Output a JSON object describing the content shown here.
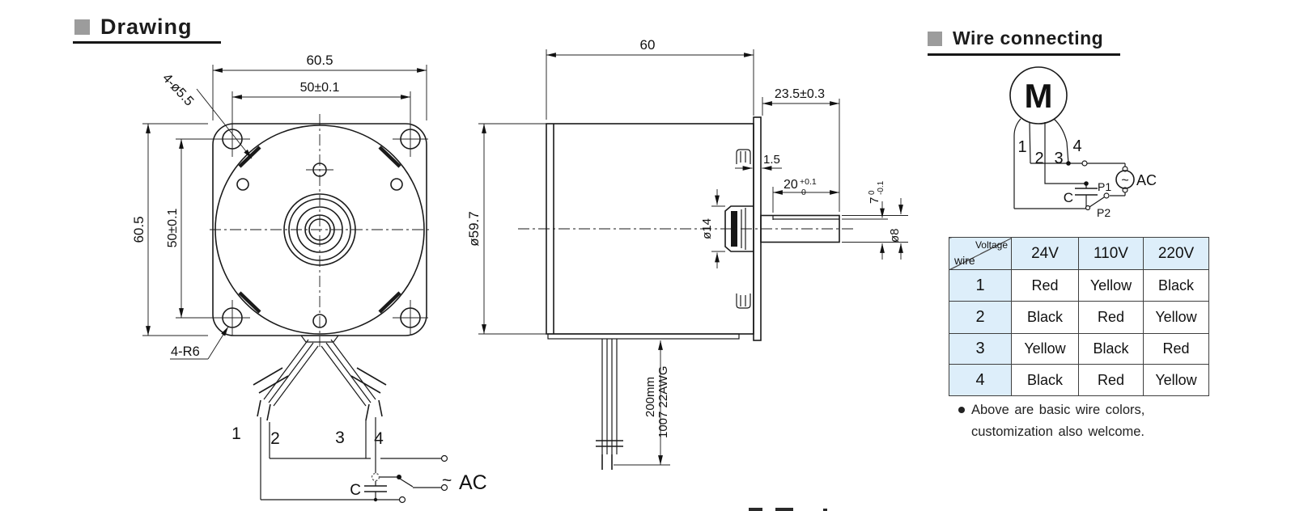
{
  "drawing": {
    "title": "Drawing",
    "front": {
      "dim_width_top": "60.5",
      "dim_holes_top": "50±0.1",
      "dim_height_left": "60.5",
      "dim_holes_left": "50±0.1",
      "label_holes": "4-ø5.5",
      "label_corner_radius": "4-R6",
      "wires": [
        "1",
        "2",
        "3",
        "4"
      ],
      "capacitor": "C",
      "ac_tilde": "~",
      "ac": "AC"
    },
    "side": {
      "dim_body_length": "60",
      "dim_shaft_length": "23.5±0.3",
      "dim_body_dia": "ø59.7",
      "dim_flange_thk": "1.5",
      "flat_len_base": "20",
      "flat_len_sup": "+0.1",
      "flat_len_sub": "0",
      "flat_depth_base": "7",
      "flat_depth_sup": "0",
      "flat_depth_sub": "-0.1",
      "dim_shaft_dia": "ø8",
      "dim_hub_dia": "ø14",
      "lead_length": "200mm",
      "lead_spec": "1007 22AWG"
    }
  },
  "wire_connecting": {
    "title": "Wire connecting",
    "motor_label": "M",
    "wires": [
      "1",
      "2",
      "3",
      "4"
    ],
    "p1": "P1",
    "p2": "P2",
    "capacitor": "C",
    "ac_tilde": "~",
    "ac_label": "AC",
    "table": {
      "corner_top": "Voltage",
      "corner_bottom": "wire",
      "columns": [
        "24V",
        "110V",
        "220V"
      ],
      "rows": [
        [
          "1",
          "Red",
          "Yellow",
          "Black"
        ],
        [
          "2",
          "Black",
          "Red",
          "Yellow"
        ],
        [
          "3",
          "Yellow",
          "Black",
          "Red"
        ],
        [
          "4",
          "Black",
          "Red",
          "Yellow"
        ]
      ]
    },
    "note_line1": "Above are basic wire colors,",
    "note_line2": "customization also welcome.",
    "colors": {
      "header_bg": "#ddeefa",
      "border": "#3f3f3f",
      "title_square": "#9c9c9c"
    }
  }
}
